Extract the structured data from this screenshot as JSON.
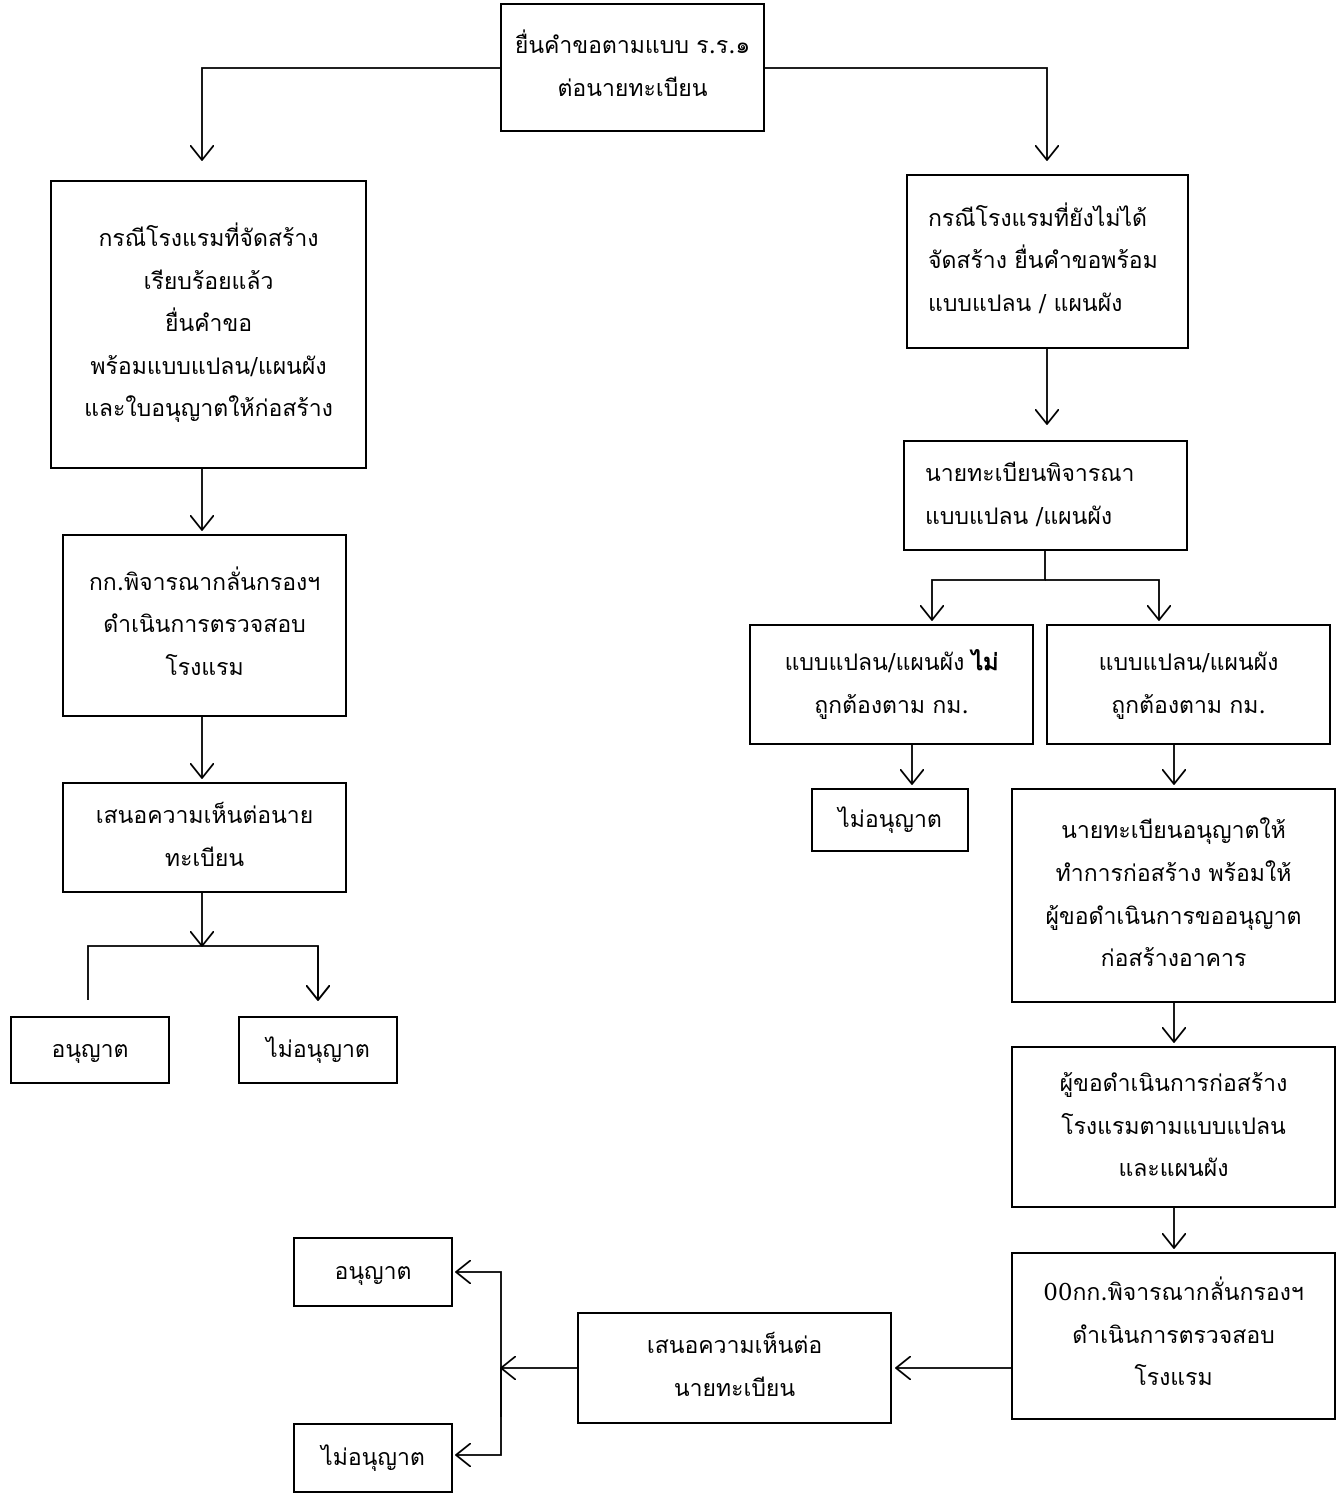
{
  "nodes": {
    "start": {
      "lines": [
        "ยื่นคำขอตามแบบ ร.ร.๑",
        "ต่อนายทะเบียน"
      ]
    },
    "left_case": {
      "lines": [
        "กรณีโรงแรมที่จัดสร้าง",
        "เรียบร้อยแล้ว",
        "ยื่นคำขอ",
        "พร้อมแบบแปลน/แผนผัง",
        "และใบอนุญาตให้ก่อสร้าง"
      ]
    },
    "left_inspect": {
      "lines": [
        "กก.พิจารณากลั่นกรองฯ",
        "ดำเนินการตรวจสอบ",
        "โรงแรม"
      ]
    },
    "left_opinion": {
      "lines": [
        "เสนอความเห็นต่อนาย",
        "ทะเบียน"
      ]
    },
    "left_allow": {
      "lines": [
        "อนุญาต"
      ]
    },
    "left_deny": {
      "lines": [
        "ไม่อนุญาต"
      ]
    },
    "right_case": {
      "lines": [
        "กรณีโรงแรมที่ยังไม่ได้",
        "จัดสร้าง ยื่นคำขอพร้อม",
        "แบบแปลน / แผนผัง"
      ]
    },
    "registrar_review": {
      "lines": [
        "นายทะเบียนพิจารณา",
        "แบบแปลน /แผนผัง"
      ]
    },
    "plan_incorrect": {
      "line1_prefix": "แบบแปลน/แผนผัง ",
      "line1_bold": "ไม่",
      "line2": "ถูกต้องตาม กม."
    },
    "plan_correct": {
      "lines": [
        "แบบแปลน/แผนผัง",
        "ถูกต้องตาม กม."
      ]
    },
    "right_deny": {
      "lines": [
        "ไม่อนุญาต"
      ]
    },
    "registrar_allow_build": {
      "lines": [
        "นายทะเบียนอนุญาตให้",
        "ทำการก่อสร้าง พร้อมให้",
        "ผู้ขอดำเนินการขออนุญาต",
        "ก่อสร้างอาคาร"
      ]
    },
    "applicant_build": {
      "lines": [
        "ผู้ขอดำเนินการก่อสร้าง",
        "โรงแรมตามแบบแปลน",
        "และแผนผัง"
      ]
    },
    "right_inspect": {
      "lines": [
        "00กก.พิจารณากลั่นกรองฯ",
        "ดำเนินการตรวจสอบ",
        "โรงแรม"
      ]
    },
    "bottom_opinion": {
      "lines": [
        "เสนอความเห็นต่อ",
        "นายทะเบียน"
      ]
    },
    "bottom_allow": {
      "lines": [
        "อนุญาต"
      ]
    },
    "bottom_deny": {
      "lines": [
        "ไม่อนุญาต"
      ]
    }
  }
}
